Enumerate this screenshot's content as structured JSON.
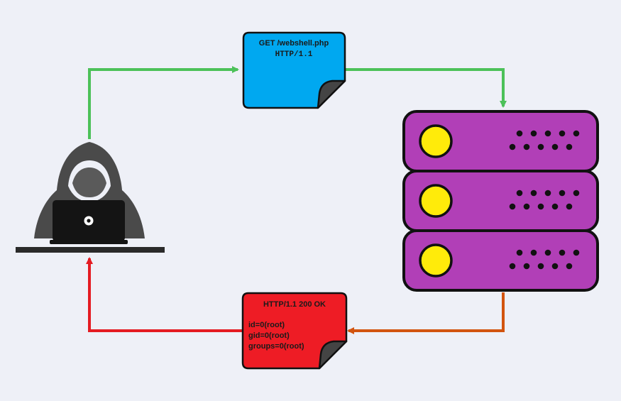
{
  "request_note": {
    "line1": "GET /webshell.php",
    "line2": "HTTP/1.1",
    "color": "#00A8F0"
  },
  "response_note": {
    "status": "HTTP/1.1 200 OK",
    "body": [
      "id=0(root)",
      "gid=0(root)",
      "groups=0(root)"
    ],
    "color": "#EE1C25"
  },
  "colors": {
    "background": "#EEF0F7",
    "request_arrow": "#4CC159",
    "response_arrow_server": "#D2540F",
    "response_arrow_attacker": "#E41B22",
    "server_body": "#B13FB7",
    "server_light": "#FFEB0A",
    "hacker": "#4A4A4A",
    "laptop": "#141414"
  },
  "icons": {
    "attacker": "hooded-hacker-icon",
    "server": "server-rack-icon",
    "document": "document-note-icon"
  }
}
